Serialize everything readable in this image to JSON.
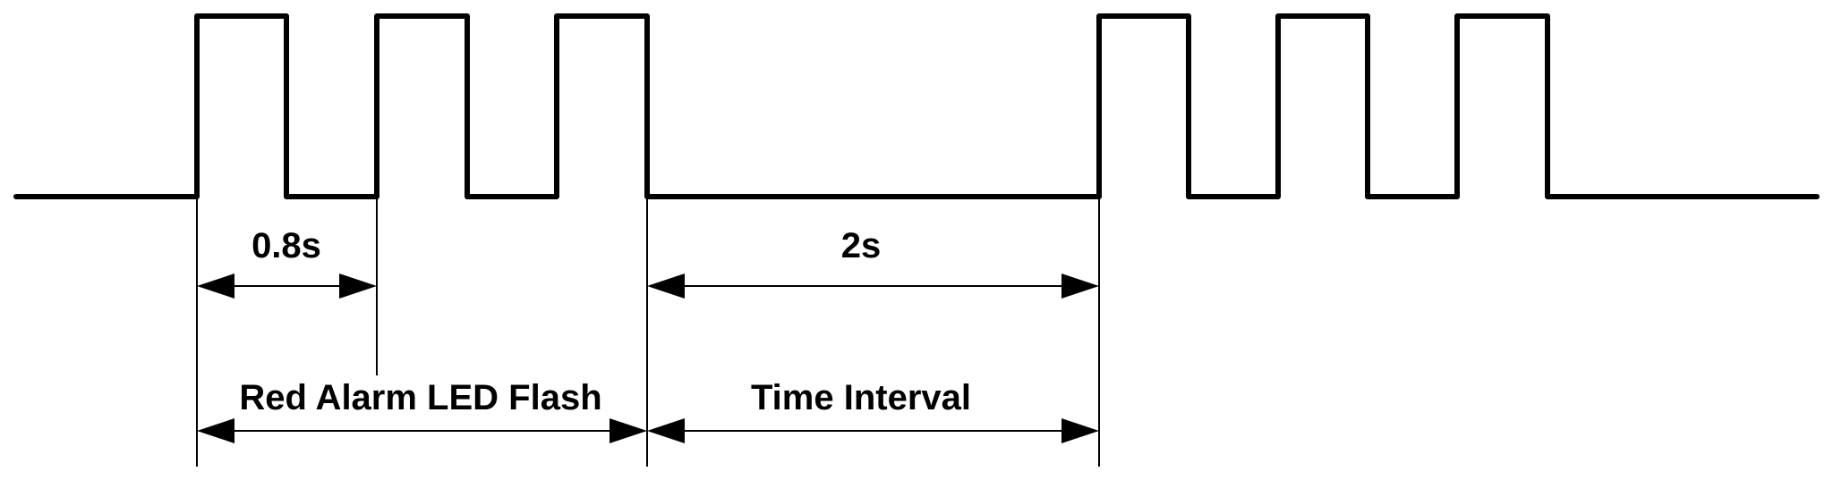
{
  "labels": {
    "period": "0.8s",
    "interval": "2s",
    "flash": "Red Alarm LED Flash",
    "time_interval": "Time Interval"
  }
}
